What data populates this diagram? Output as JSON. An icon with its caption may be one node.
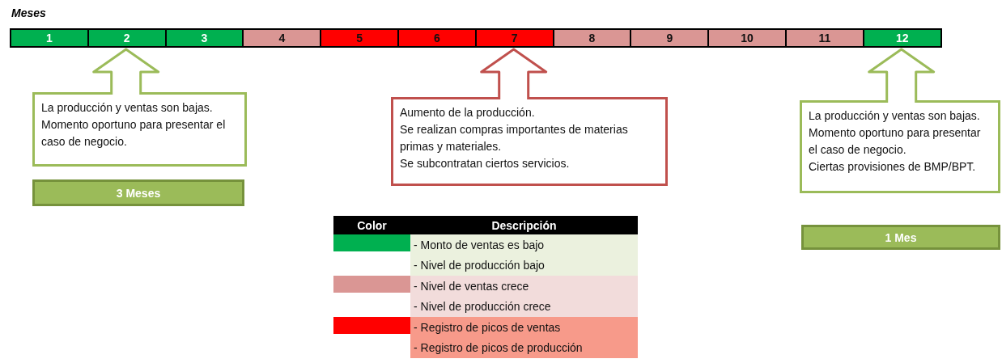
{
  "diagram": {
    "title": "Meses",
    "nodes": [
      {
        "text": [
          "1"
        ]
      },
      {
        "text": [
          "2"
        ]
      },
      {
        "text": [
          "3"
        ]
      },
      {
        "text": [
          "4"
        ]
      },
      {
        "text": [
          "5"
        ]
      },
      {
        "text": [
          "6"
        ]
      },
      {
        "text": [
          "7"
        ]
      },
      {
        "text": [
          "8"
        ]
      },
      {
        "text": [
          "9"
        ]
      },
      {
        "text": [
          "10"
        ]
      },
      {
        "text": [
          "11"
        ]
      },
      {
        "text": [
          "12"
        ]
      },
      {
        "text": [
          "La producción y ventas son bajas.",
          "Momento oportuno para presentar el caso de negocio."
        ]
      },
      {
        "text": [
          "Aumento de la producción.",
          "Se realizan compras importantes de materias primas y materiales.",
          "Se subcontratan ciertos servicios."
        ]
      },
      {
        "text": [
          "La producción y ventas son bajas.",
          "Momento oportuno para presentar el caso de negocio.",
          "Ciertas provisiones de BMP/BPT."
        ]
      },
      {
        "text": [
          "3 Meses"
        ]
      },
      {
        "text": [
          "1 Mes"
        ]
      }
    ],
    "edges": [
      {
        "from": 12,
        "to": 1,
        "arrow": "to",
        "color": "#9bbb59"
      },
      {
        "from": 13,
        "to": 6,
        "arrow": "to",
        "color": "#c0504d"
      },
      {
        "from": 14,
        "to": 11,
        "arrow": "to",
        "color": "#9bbb59"
      }
    ],
    "labels": [
      "Color",
      "Descripción"
    ],
    "legend": [
      {
        "text": "- Monto de ventas es bajo",
        "color": "#00b050"
      },
      {
        "text": "- Nivel de producción bajo"
      },
      {
        "text": "- Nivel de ventas crece",
        "color": "#da9694"
      },
      {
        "text": "- Nivel de producción crece"
      },
      {
        "text": "- Registro de picos de ventas",
        "color": "#ff0000"
      },
      {
        "text": "- Registro de picos de producción"
      }
    ]
  }
}
